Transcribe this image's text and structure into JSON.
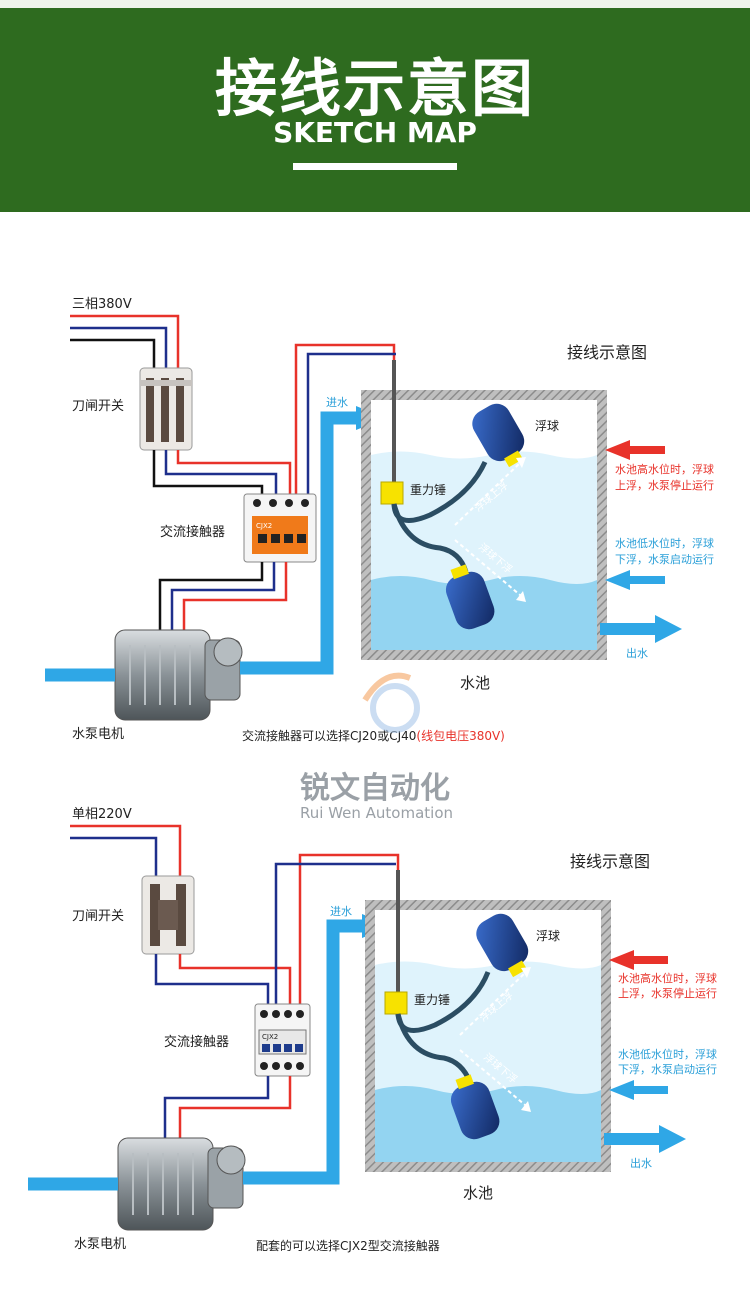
{
  "header": {
    "title": "接线示意图",
    "subtitle": "SKETCH MAP"
  },
  "diagrams": [
    {
      "supply": "三相380V",
      "knife_switch": "刀闸开关",
      "contactor": "交流接触器",
      "contactor_badge": "CJX2",
      "pump_motor": "水泵电机",
      "inlet": "进水",
      "outlet": "出水",
      "pool": "水池",
      "float_ball": "浮球",
      "weight": "重力锤",
      "title": "接线示意图",
      "high_note_1": "水池高水位时，浮球",
      "high_note_2": "上浮，水泵停止运行",
      "low_note_1": "水池低水位时，浮球",
      "low_note_2": "下浮，水泵启动运行",
      "float_up": "浮球上浮",
      "float_down": "浮球下浮",
      "footnote": "交流接触器可以选择CJ20或CJ40",
      "footnote_red": "(线包电压380V)"
    },
    {
      "supply": "单相220V",
      "knife_switch": "刀闸开关",
      "contactor": "交流接触器",
      "contactor_badge": "CJX2",
      "pump_motor": "水泵电机",
      "inlet": "进水",
      "outlet": "出水",
      "pool": "水池",
      "float_ball": "浮球",
      "weight": "重力锤",
      "title": "接线示意图",
      "high_note_1": "水池高水位时，浮球",
      "high_note_2": "上浮，水泵停止运行",
      "low_note_1": "水池低水位时，浮球",
      "low_note_2": "下浮，水泵启动运行",
      "float_up": "浮球上浮",
      "float_down": "浮球下浮",
      "footnote": "配套的可以选择CJX2型交流接触器",
      "footnote_red": ""
    }
  ],
  "watermark": {
    "cn": "锐文自动化",
    "en": "Rui Wen Automation"
  },
  "colors": {
    "header_green": "#2e6b1f",
    "wire_red": "#e8322a",
    "wire_blue": "#1e2f8c",
    "wire_black": "#111111",
    "pipe_blue": "#2fa7e6",
    "water_light": "#d8f0fb",
    "water_deep": "#8fd2f0",
    "float_blue": "#1b3a8f",
    "weight_yellow": "#f7e200",
    "arrow_red": "#e8322a",
    "arrow_blue": "#2fa7e6"
  }
}
